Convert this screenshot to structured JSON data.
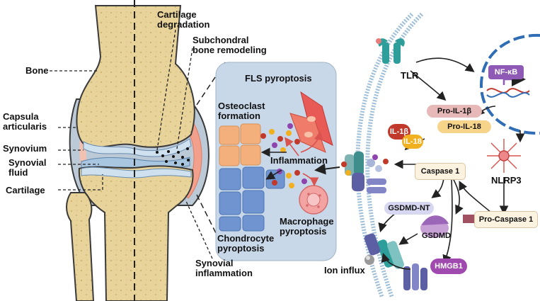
{
  "joint_labels": {
    "bone": "Bone",
    "capsula": "Capsula\narticularis",
    "synovium": "Synovium",
    "synovial_fluid": "Synovial\nfluid",
    "cartilage": "Cartilage",
    "cartilage_degradation": "Cartilage\ndegradation",
    "subchondral": "Subchondral\nbone remodeling",
    "synovial_inflammation": "Synovial\ninflammation"
  },
  "panel_labels": {
    "fls": "FLS pyroptosis",
    "osteoclast": "Osteoclast\nformation",
    "inflammation": "Inflammation",
    "macrophage": "Macrophage\npyroptosis",
    "chondrocyte": "Chondrocyte\npyroptosis"
  },
  "cell_labels": {
    "tlr": "TLR",
    "nfkb": "NF-κB",
    "pro_il1b": "Pro-IL-1β",
    "pro_il18": "Pro-IL-18",
    "il1b": "IL-1β",
    "il18": "IL-18",
    "caspase1": "Caspase 1",
    "nlrp3": "NLRP3",
    "pro_caspase1": "Pro-Caspase 1",
    "gsdmd_nt": "GSDMD-NT",
    "gsdmd": "GSDMD",
    "hmgb1": "HMGB1",
    "ion_influx": "Ion influx"
  },
  "colors": {
    "bone": "#e8d49a",
    "bone_outline": "#3a3a3a",
    "synovium": "#f2a08c",
    "panel": "#c9d8e8",
    "membrane": "#9fbfd8",
    "nfkb": "#8e5ab5",
    "nucleus": "#2f6db5",
    "il1b": "#c0392b",
    "il18": "#f0b020",
    "hmgb1": "#a04ab0",
    "tlr": "#2e9e9a"
  }
}
